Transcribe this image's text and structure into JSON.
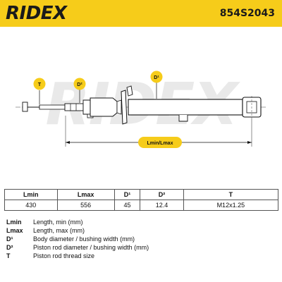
{
  "header": {
    "brand": "RIDEX",
    "part_number": "854S2043",
    "color": "#f6cc1a"
  },
  "drawing": {
    "watermark": "RIDEX",
    "badges": {
      "t": "T",
      "d2": "D²",
      "d1": "D¹",
      "length": "Lmin/Lmax"
    }
  },
  "spec_table": {
    "columns": [
      "Lmin",
      "Lmax",
      "D¹",
      "D²",
      "T"
    ],
    "values": [
      "430",
      "556",
      "45",
      "12.4",
      "M12x1.25"
    ]
  },
  "legend": [
    {
      "key": "Lmin",
      "desc": "Length, min (mm)"
    },
    {
      "key": "Lmax",
      "desc": "Length, max (mm)"
    },
    {
      "key": "D¹",
      "desc": "Body diameter / bushing width (mm)"
    },
    {
      "key": "D²",
      "desc": "Piston rod diameter / bushing width (mm)"
    },
    {
      "key": "T",
      "desc": "Piston rod thread size"
    }
  ]
}
